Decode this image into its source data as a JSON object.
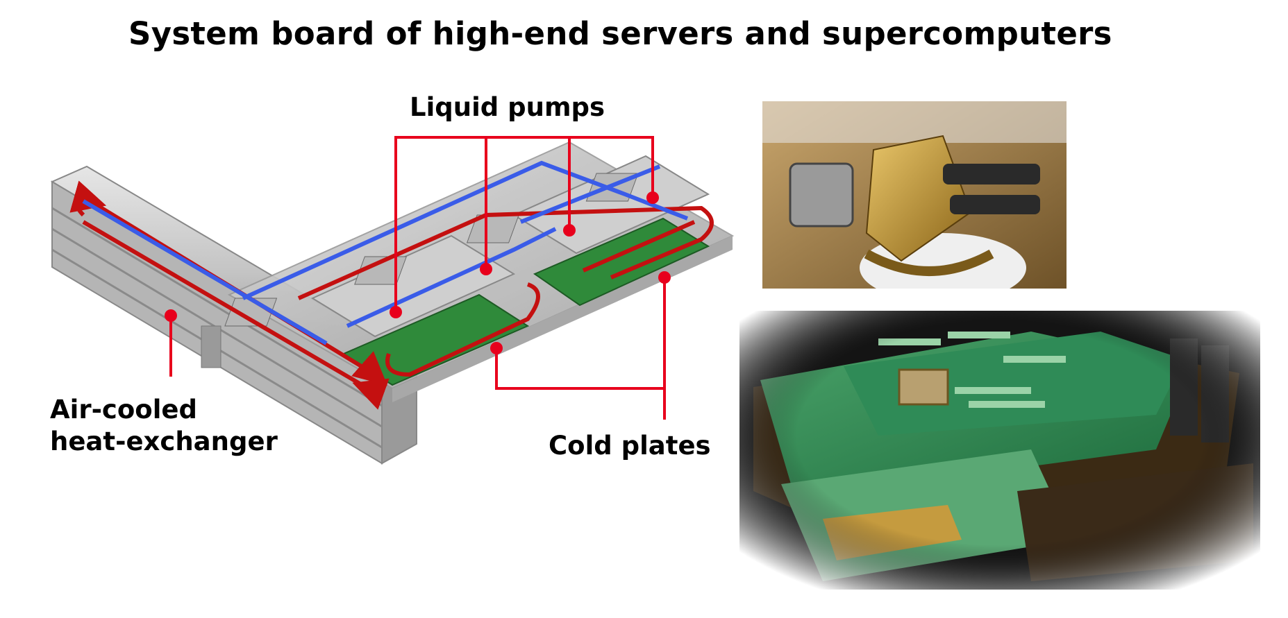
{
  "title": "System board of high-end servers and supercomputers",
  "labels": {
    "liquid_pumps": "Liquid pumps",
    "air_cooled_line1": "Air-cooled",
    "air_cooled_line2": "heat-exchanger",
    "cold_plates": "Cold plates"
  },
  "colors": {
    "callout": "#e8001c",
    "hot_loop": "#c41010",
    "cold_loop": "#3a5ce8",
    "pcb": "#2f8a3a"
  }
}
